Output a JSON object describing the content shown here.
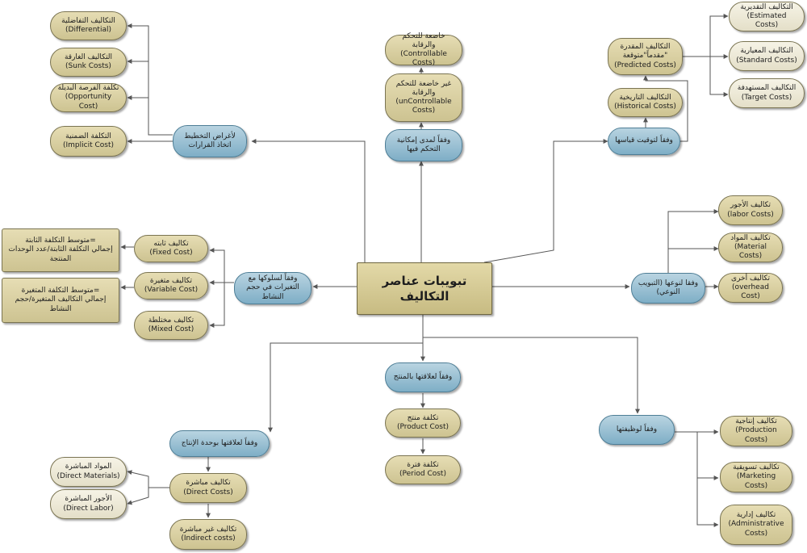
{
  "center": {
    "label": "تبويبات عناصر التكاليف"
  },
  "categories": {
    "planning": "لأغراض التخطيط اتخاذ القرارات",
    "control": "وفقاً لمدى إمكانية التحكم فيها",
    "timing": "وفقاً لتوقيت قياسها",
    "nature": "وفقا لنوعها (التبويب النوعي)",
    "behavior": "وفقاً لسلوكها مع التغيرات في حجم النشاط",
    "product": "وفقاً لعلاقتها بالمنتج",
    "production_unit": "وفقاً لعلاقتها بوحدة الإنتاج",
    "function": "وفقاً لوظيفتها"
  },
  "leaves": {
    "differential": {
      "ar": "التكاليف التفاضلية",
      "en": "(Differential)"
    },
    "sunk": {
      "ar": "التكاليف الغارقة",
      "en": "(Sunk Costs)"
    },
    "opportunity": {
      "ar": "تكلفة الفرصة البديلة",
      "en": "(Opportunity Cost)"
    },
    "implicit": {
      "ar": "التكلفة الضمنية",
      "en": "(Implicit Cost)"
    },
    "controllable": {
      "ar": "خاضعة للتحكم والرقابة",
      "en": "(Controllable Costs)"
    },
    "uncontrollable": {
      "ar": "غير خاضعة للتحكم والرقابة",
      "en": "(unControllable Costs)"
    },
    "predicted": {
      "ar": "التكاليف المقدرة مقدماً\"متوقعة\"",
      "en": "(Predicted Costs)"
    },
    "historical": {
      "ar": "التكاليف التاريخية",
      "en": "(Historical Costs)"
    },
    "estimated": {
      "ar": "التكاليف التقديرية",
      "en": "(Estimated Costs)"
    },
    "standard": {
      "ar": "التكاليف المعيارية",
      "en": "(Standard Costs)"
    },
    "target": {
      "ar": "التكاليف المستهدفة",
      "en": "(Target Costs)"
    },
    "labor": {
      "ar": "تكاليف الأجور",
      "en": "(labor Costs)"
    },
    "material": {
      "ar": "تكاليف المواد",
      "en": "(Material Costs)"
    },
    "overhead": {
      "ar": "تكاليف أخرى",
      "en": "(overhead Cost)"
    },
    "fixed": {
      "ar": "تكاليف ثابته",
      "en": "(Fixed Cost)"
    },
    "variable": {
      "ar": "تكاليف متغيرة",
      "en": "(Variable Cost)"
    },
    "mixed": {
      "ar": "تكاليف مختلطة",
      "en": "(Mixed Cost)"
    },
    "fixed_formula": {
      "ar": "متوسط التكلفة الثابتة=",
      "en": "إجمالي التكلفة الثابتة/عدد الوحدات المنتجة"
    },
    "variable_formula": {
      "ar": "متوسط التكلفة المتغيرة=",
      "en": "إجمالي التكاليف المتغيرة/حجم النشاط"
    },
    "product_cost": {
      "ar": "تكلفة منتج",
      "en": "(Product Cost)"
    },
    "period_cost": {
      "ar": "تكلفة فترة",
      "en": "(Period Cost)"
    },
    "direct": {
      "ar": "تكاليف مباشرة",
      "en": "(Direct Costs)"
    },
    "indirect": {
      "ar": "تكاليف غير مباشرة",
      "en": "(Indirect costs)"
    },
    "direct_materials": {
      "ar": "المواد المباشرة",
      "en": "(Direct Materials)"
    },
    "direct_labor": {
      "ar": "الأجور المباشرة",
      "en": "(Direct Labor)"
    },
    "production": {
      "ar": "تكاليف إنتاجية",
      "en": "(Production Costs)"
    },
    "marketing": {
      "ar": "تكاليف تسويقية",
      "en": "(Marketing Costs)"
    },
    "administrative": {
      "ar": "تكاليف إدارية",
      "en": "(Administrative Costs)"
    }
  },
  "colors": {
    "center": "#d9cf9a",
    "category": "#9bc2d6",
    "leaf": "#dcd3a4",
    "light_leaf": "#efebda",
    "connector": "#555555"
  }
}
